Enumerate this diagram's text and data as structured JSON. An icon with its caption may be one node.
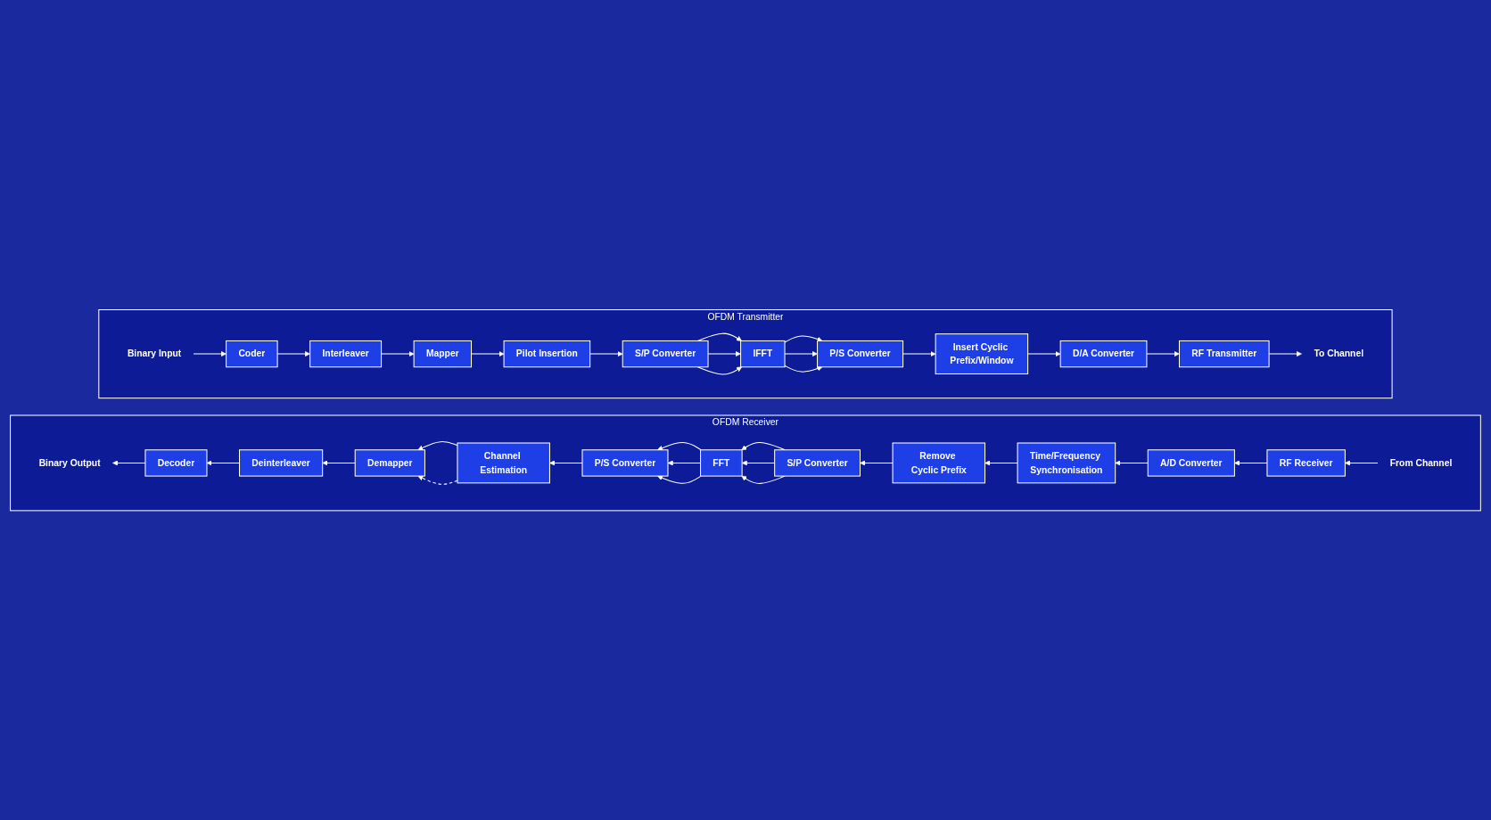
{
  "diagram": {
    "nodes": [
      {
        "text": [
          "OFDM Transmitter"
        ]
      },
      {
        "text": [
          "Binary Input"
        ],
        "in": 0
      },
      {
        "text": [
          "Coder"
        ],
        "in": 0
      },
      {
        "text": [
          "Interleaver"
        ],
        "in": 0
      },
      {
        "text": [
          "Mapper"
        ],
        "in": 0
      },
      {
        "text": [
          "Pilot Insertion"
        ],
        "in": 0
      },
      {
        "text": [
          "S/P Converter"
        ],
        "in": 0
      },
      {
        "text": [
          "IFFT"
        ],
        "in": 0
      },
      {
        "text": [
          "P/S Converter"
        ],
        "in": 0
      },
      {
        "text": [
          "Insert Cyclic Prefix/Window"
        ],
        "in": 0
      },
      {
        "text": [
          "D/A Converter"
        ],
        "in": 0
      },
      {
        "text": [
          "RF Transmitter"
        ],
        "in": 0
      },
      {
        "text": [
          "To Channel"
        ],
        "in": 0
      },
      {
        "text": [
          "OFDM Receiver"
        ]
      },
      {
        "text": [
          "Binary Output"
        ],
        "in": 13
      },
      {
        "text": [
          "Decoder"
        ],
        "in": 13
      },
      {
        "text": [
          "Deinterleaver"
        ],
        "in": 13
      },
      {
        "text": [
          "Demapper"
        ],
        "in": 13
      },
      {
        "text": [
          "Channel Estimation"
        ],
        "in": 13
      },
      {
        "text": [
          "P/S Converter"
        ],
        "in": 13
      },
      {
        "text": [
          "FFT"
        ],
        "in": 13
      },
      {
        "text": [
          "S/P Converter"
        ],
        "in": 13
      },
      {
        "text": [
          "Remove Cyclic Prefix"
        ],
        "in": 13
      },
      {
        "text": [
          "Time/Frequency Synchronisation"
        ],
        "in": 13
      },
      {
        "text": [
          "A/D Converter"
        ],
        "in": 13
      },
      {
        "text": [
          "RF Receiver"
        ],
        "in": 13
      },
      {
        "text": [
          "From Channel"
        ],
        "in": 13
      }
    ],
    "edges": [
      {
        "from": 1,
        "to": 2,
        "arrow": "to"
      },
      {
        "from": 2,
        "to": 3,
        "arrow": "to"
      },
      {
        "from": 3,
        "to": 4,
        "arrow": "to"
      },
      {
        "from": 4,
        "to": 5,
        "arrow": "to"
      },
      {
        "from": 5,
        "to": 6,
        "arrow": "to"
      },
      {
        "from": 6,
        "to": 7,
        "arrow": "to"
      },
      {
        "from": 6,
        "to": 7,
        "arrow": "to"
      },
      {
        "from": 6,
        "to": 7,
        "arrow": "to"
      },
      {
        "from": 7,
        "to": 8,
        "arrow": "to"
      },
      {
        "from": 7,
        "to": 8,
        "arrow": "to"
      },
      {
        "from": 7,
        "to": 8,
        "arrow": "to"
      },
      {
        "from": 8,
        "to": 9,
        "arrow": "to"
      },
      {
        "from": 9,
        "to": 10,
        "arrow": "to"
      },
      {
        "from": 10,
        "to": 11,
        "arrow": "to"
      },
      {
        "from": 11,
        "to": 12,
        "arrow": "to"
      },
      {
        "from": 26,
        "to": 25,
        "arrow": "to"
      },
      {
        "from": 25,
        "to": 24,
        "arrow": "to"
      },
      {
        "from": 24,
        "to": 23,
        "arrow": "to"
      },
      {
        "from": 23,
        "to": 22,
        "arrow": "to"
      },
      {
        "from": 22,
        "to": 21,
        "arrow": "to"
      },
      {
        "from": 21,
        "to": 20,
        "arrow": "to"
      },
      {
        "from": 21,
        "to": 20,
        "arrow": "to"
      },
      {
        "from": 21,
        "to": 20,
        "arrow": "to"
      },
      {
        "from": 20,
        "to": 19,
        "arrow": "to"
      },
      {
        "from": 20,
        "to": 19,
        "arrow": "to"
      },
      {
        "from": 20,
        "to": 19,
        "arrow": "to"
      },
      {
        "from": 19,
        "to": 18,
        "arrow": "to"
      },
      {
        "from": 18,
        "to": 17,
        "arrow": "to"
      },
      {
        "from": 18,
        "to": 17,
        "arrow": "to",
        "style": "dashed"
      },
      {
        "from": 17,
        "to": 16,
        "arrow": "to"
      },
      {
        "from": 16,
        "to": 15,
        "arrow": "to"
      },
      {
        "from": 15,
        "to": 14,
        "arrow": "to"
      }
    ]
  }
}
